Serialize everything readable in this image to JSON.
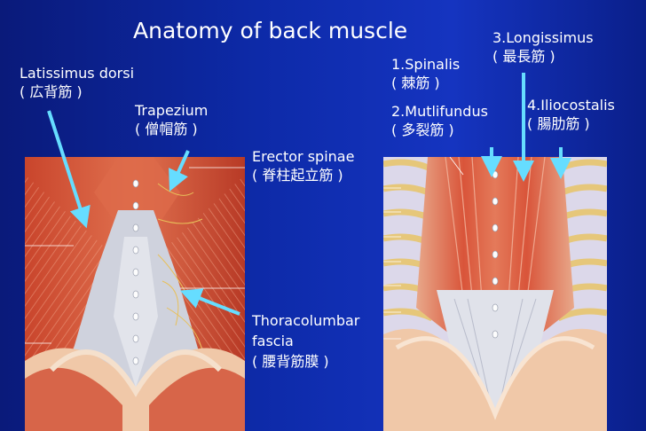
{
  "title": "Anatomy of  back muscle",
  "labels": {
    "latissimus_line1": "Latissimus dorsi",
    "latissimus_line2": "( 広背筋 )",
    "trapezium_line1": "Trapezium",
    "trapezium_line2": "( 僧帽筋 )",
    "erector_line1": "Erector spinae",
    "erector_line2": "( 脊柱起立筋 )",
    "thoraco_line1": "Thoracolumbar",
    "thoraco_line2": "fascia",
    "thoraco_line3": "( 腰背筋膜 )",
    "spinalis_line1": "1.Spinalis",
    "spinalis_line2": "( 棘筋 )",
    "multifidus_line1": "2.Mutlifundus",
    "multifidus_line2": "( 多裂筋 )",
    "longissimus_line1": "3.Longissimus",
    "longissimus_line2": "( 最長筋 )",
    "iliocostalis_line1": "4.Iliocostalis",
    "iliocostalis_line2": "( 腸肋筋 )"
  },
  "colors": {
    "background": "#0d2aa8",
    "arrow": "#66ddff",
    "muscle": "#d9553a",
    "fascia": "#c9ccd8",
    "skin": "#f0c8a8"
  }
}
